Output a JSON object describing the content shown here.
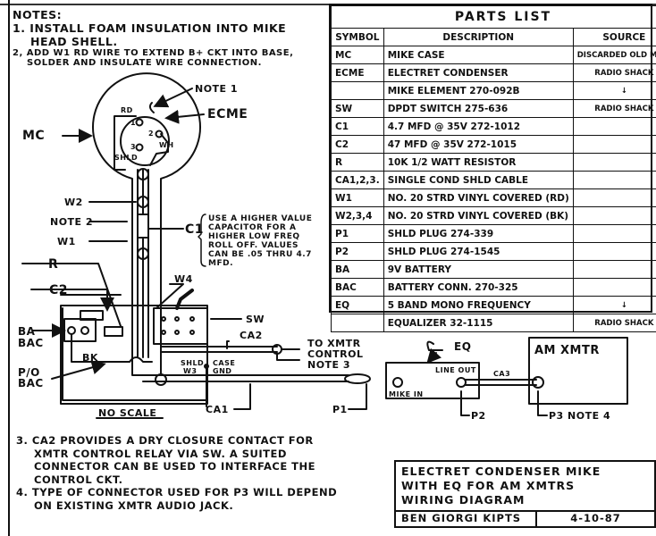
{
  "notes_top": {
    "heading": "NOTES:",
    "note1_line1": "1. INSTALL FOAM INSULATION INTO MIKE",
    "note1_line2": "HEAD SHELL.",
    "note2_line1": "2, ADD W1 RD WIRE TO EXTEND B+ CKT INTO BASE,",
    "note2_line2": "SOLDER AND INSULATE WIRE CONNECTION."
  },
  "parts_list": {
    "title": "PARTS LIST",
    "headers": [
      "SYMBOL",
      "DESCRIPTION",
      "SOURCE"
    ],
    "rows": [
      {
        "symbol": "MC",
        "description": "MIKE CASE",
        "source": "DISCARDED OLD MIKE"
      },
      {
        "symbol": "ECME",
        "description": "ELECTRET CONDENSER",
        "source": "RADIO SHACK"
      },
      {
        "symbol": "",
        "description": "MIKE ELEMENT  270-092B",
        "source": "↓"
      },
      {
        "symbol": "SW",
        "description": "DPDT SWITCH    275-636",
        "source": "RADIO SHACK"
      },
      {
        "symbol": "C1",
        "description": "4.7 MFD @ 35V  272-1012",
        "source": ""
      },
      {
        "symbol": "C2",
        "description": "47 MFD @ 35V  272-1015",
        "source": ""
      },
      {
        "symbol": "R",
        "description": "10K 1/2 WATT RESISTOR",
        "source": ""
      },
      {
        "symbol": "CA1,2,3.",
        "description": "SINGLE COND SHLD CABLE",
        "source": ""
      },
      {
        "symbol": "W1",
        "description": "NO. 20 STRD VINYL COVERED (RD)",
        "source": ""
      },
      {
        "symbol": "W2,3,4",
        "description": "NO. 20 STRD VINYL COVERED (BK)",
        "source": ""
      },
      {
        "symbol": "P1",
        "description": "SHLD PLUG       274-339",
        "source": ""
      },
      {
        "symbol": "P2",
        "description": "SHLD PLUG      274-1545",
        "source": ""
      },
      {
        "symbol": "BA",
        "description": "9V BATTERY",
        "source": ""
      },
      {
        "symbol": "BAC",
        "description": "BATTERY CONN. 270-325",
        "source": ""
      },
      {
        "symbol": "EQ",
        "description": "5 BAND MONO FREQUENCY",
        "source": "↓"
      },
      {
        "symbol": "",
        "description": "EQUALIZER      32-1115",
        "source": "RADIO SHACK"
      }
    ]
  },
  "diagram_labels": {
    "mc": "MC",
    "note1": "NOTE 1",
    "ecme": "ECME",
    "rd": "RD",
    "wh": "WH",
    "shld": "SHLD",
    "pin1": "1",
    "pin2": "2",
    "pin3": "3",
    "w2": "W2",
    "note2": "NOTE 2",
    "w1": "W1",
    "c1": "C1",
    "c1_note": [
      "USE A HIGHER VALUE",
      "CAPACITOR FOR A",
      "HIGHER LOW FREQ",
      "ROLL OFF. VALUES",
      "CAN BE .05 THRU 4.7",
      "MFD."
    ],
    "r": "R",
    "w4": "W4",
    "c2": "C2",
    "ba": "BA",
    "bac": "BAC",
    "bk": "BK",
    "po_bac_1": "P/O",
    "po_bac_2": "BAC",
    "sw": "SW",
    "ca2": "CA2",
    "to_xmtr_1": "TO XMTR",
    "to_xmtr_2": "CONTROL",
    "to_xmtr_3": "NOTE 3",
    "shld_w3_1": "SHLD",
    "shld_w3_2": "W3",
    "case_gnd_1": "CASE",
    "case_gnd_2": "GND",
    "no_scale": "NO SCALE",
    "ca1": "CA1",
    "p1": "P1",
    "eq": "EQ",
    "line_out": "LINE OUT",
    "mike_in": "MIKE IN",
    "ca3": "CA3",
    "am_xmtr": "AM XMTR",
    "p2": "P2",
    "p3_note4": "P3 NOTE 4",
    "plus": "+",
    "minus": "-"
  },
  "notes_bottom": {
    "note3_line1": "3. CA2 PROVIDES A DRY CLOSURE CONTACT FOR",
    "note3_line2": "XMTR CONTROL RELAY VIA SW.  A SUITED",
    "note3_line3": "CONNECTOR CAN BE USED TO INTERFACE THE",
    "note3_line4": "CONTROL CKT.",
    "note4_line1": "4. TYPE OF CONNECTOR USED FOR P3 WILL DEPEND",
    "note4_line2": "ON EXISTING XMTR AUDIO JACK."
  },
  "title_block": {
    "line1": "ELECTRET CONDENSER MIKE",
    "line2": "WITH EQ FOR AM XMTRS",
    "line3": "WIRING DIAGRAM",
    "author": "BEN GIORGI KIPTS",
    "date": "4-10-87"
  }
}
